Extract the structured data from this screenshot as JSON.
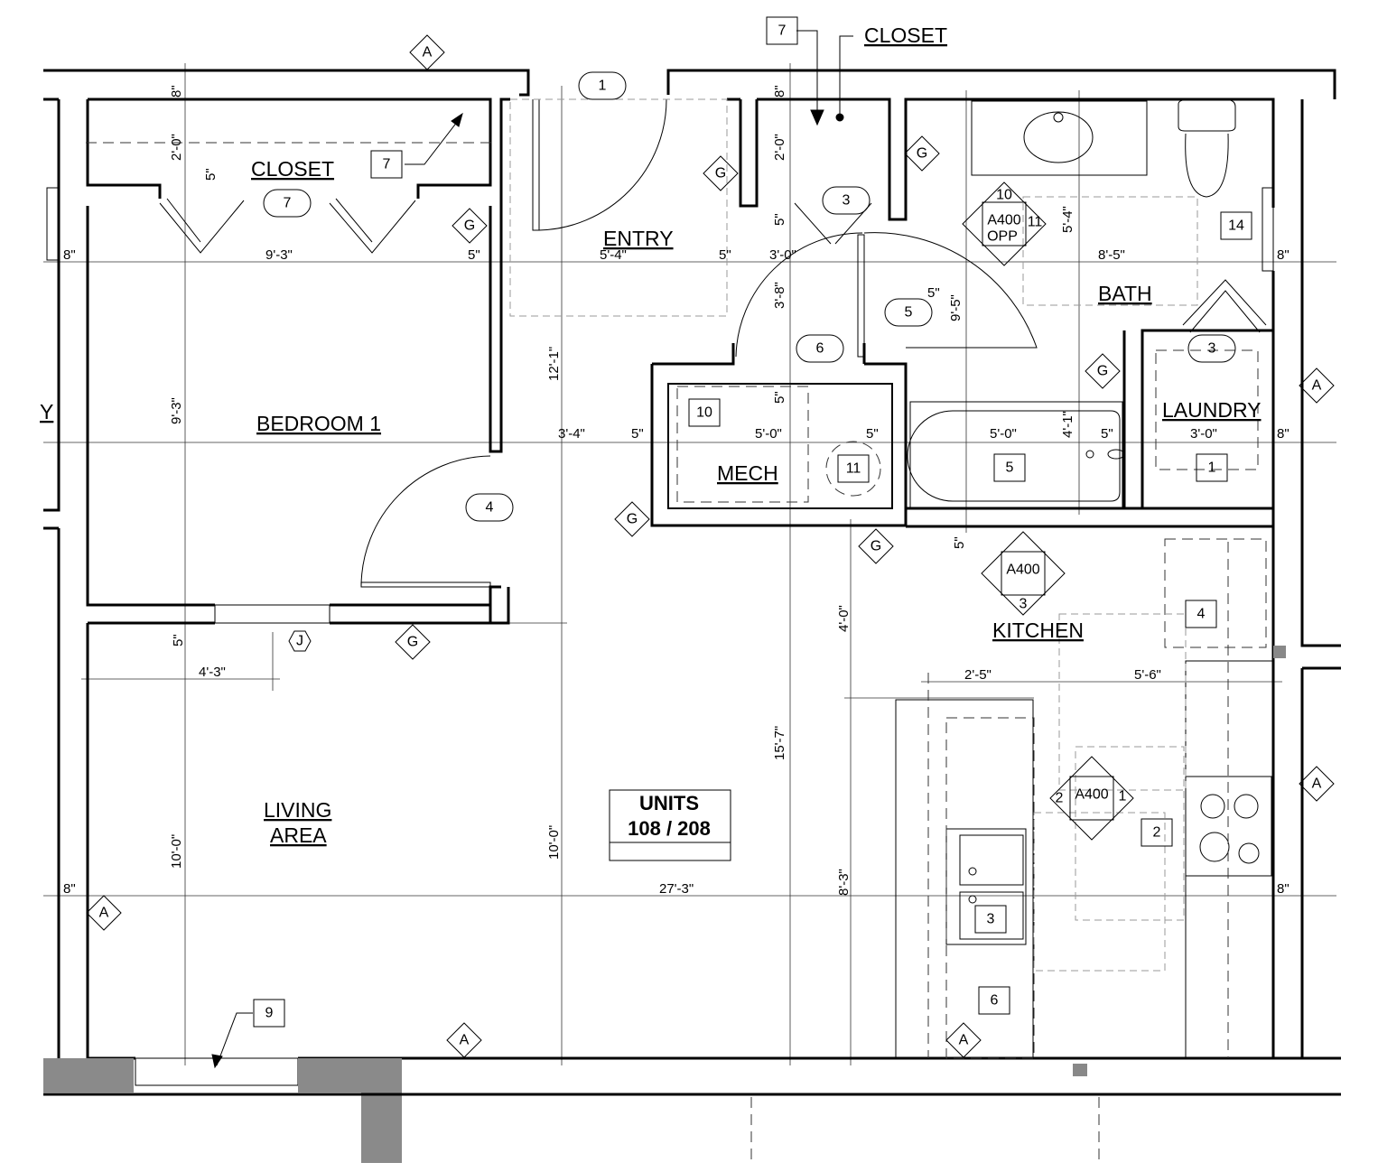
{
  "rooms": {
    "closet_entry": "CLOSET",
    "closet_bedroom": "CLOSET",
    "entry": "ENTRY",
    "bedroom": "BEDROOM 1",
    "mech": "MECH",
    "bath": "BATH",
    "laundry": "LAUNDRY",
    "kitchen": "KITCHEN",
    "living_1": "LIVING",
    "living_2": "AREA",
    "partial_left": "Y"
  },
  "units": {
    "line1": "UNITS",
    "line2": "108 / 208"
  },
  "dimensions": [
    "8\"",
    "2'-0\"",
    "5\"",
    "8\"",
    "9'-3\"",
    "5\"",
    "5'-4\"",
    "5\"",
    "3'-0\"",
    "8'-5\"",
    "8\"",
    "8\"",
    "2'-0\"",
    "5\"",
    "3'-8\"",
    "5\"",
    "9'-5\"",
    "5'-4\"",
    "12'-1\"",
    "9'-3\"",
    "3'-4\"",
    "5\"",
    "5'-0\"",
    "5\"",
    "5\"",
    "5'-0\"",
    "4'-1\"",
    "5\"",
    "3'-0\"",
    "8\"",
    "5\"",
    "4'-0\"",
    "15'-7\"",
    "5\"",
    "4'-3\"",
    "2'-5\"",
    "5'-6\"",
    "10'-0\"",
    "10'-0\"",
    "27'-3\"",
    "8\"",
    "8'-3\"",
    "8\""
  ],
  "door_tags": [
    "1",
    "7",
    "3",
    "5",
    "6",
    "4",
    "3"
  ],
  "keynotes": [
    "7",
    "7",
    "10",
    "11",
    "14",
    "5",
    "1",
    "4",
    "2",
    "3",
    "6",
    "9"
  ],
  "wall_types": {
    "G": "G",
    "A": "A",
    "J": "J"
  },
  "elevations": [
    {
      "top": "10",
      "ref": "A400",
      "right": "11",
      "sub": "OPP"
    },
    {
      "ref": "A400",
      "bottom": "3"
    },
    {
      "left": "2",
      "ref": "A400",
      "right": "1"
    }
  ]
}
